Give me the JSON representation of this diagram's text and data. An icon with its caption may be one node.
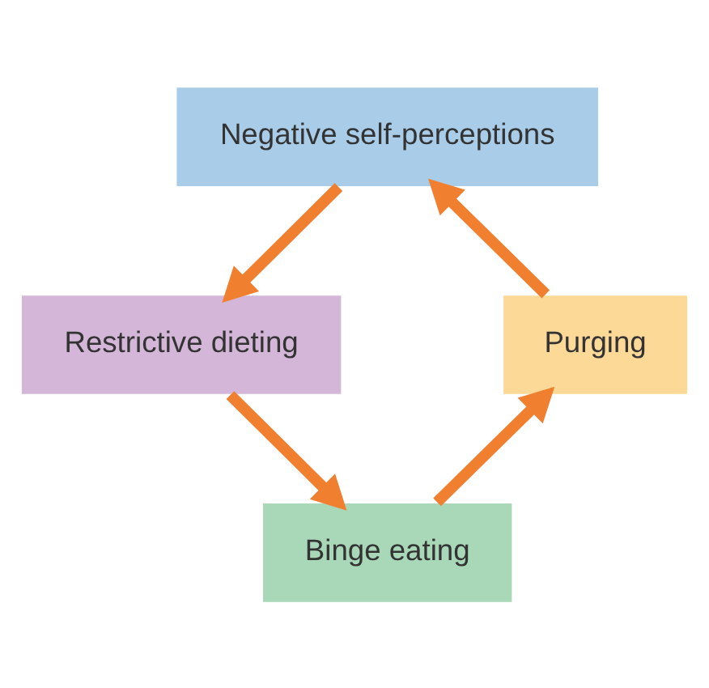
{
  "diagram": {
    "nodes": [
      {
        "text": [
          "Negative self-perceptions"
        ]
      },
      {
        "text": [
          "Restrictive dieting"
        ]
      },
      {
        "text": [
          "Binge eating"
        ]
      },
      {
        "text": [
          "Purging"
        ]
      }
    ],
    "edges": [
      {
        "from": 0,
        "to": 1,
        "arrow": "to"
      },
      {
        "from": 1,
        "to": 2,
        "arrow": "to"
      },
      {
        "from": 2,
        "to": 3,
        "arrow": "to"
      },
      {
        "from": 3,
        "to": 0,
        "arrow": "to"
      }
    ]
  }
}
